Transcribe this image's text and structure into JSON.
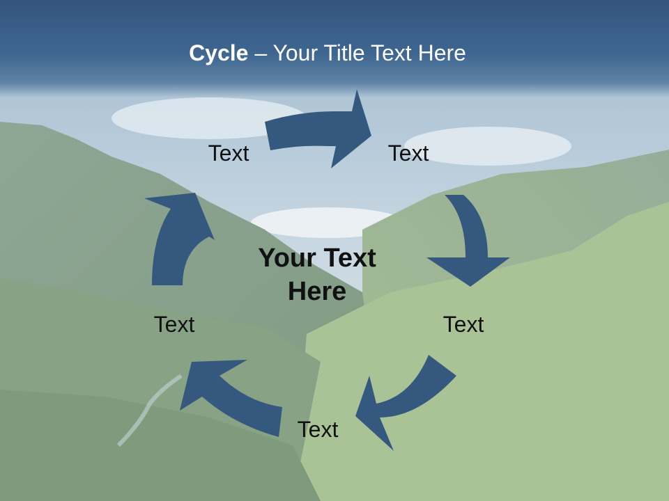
{
  "slide": {
    "title_bold": "Cycle",
    "title_rest": " – Your Title Text Here",
    "center_text": "Your Text Here",
    "labels": [
      "Text",
      "Text",
      "Text",
      "Text",
      "Text"
    ]
  },
  "colors": {
    "title_band": "#3a5f88",
    "arrow": "#35597e",
    "title_text": "#ffffff",
    "body_text": "#111111"
  }
}
